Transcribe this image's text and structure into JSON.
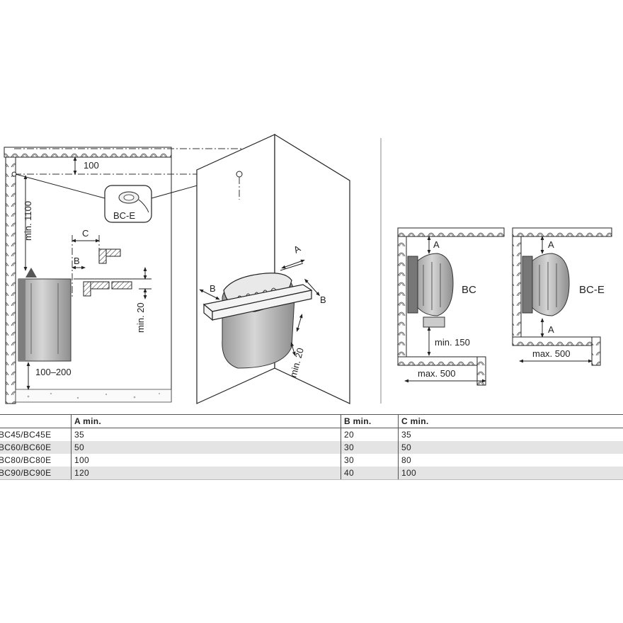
{
  "diagram": {
    "labels": {
      "side_top_clearance": "100",
      "side_height": "min. 1100",
      "side_c": "C",
      "side_b": "B",
      "side_min20": "min. 20",
      "side_floor": "100–200",
      "controller": "BC-E",
      "persp_a": "A",
      "persp_b_left": "B",
      "persp_b_right": "B",
      "persp_min20": "min. 20",
      "plan_bc": "BC",
      "plan_bc_a": "A",
      "plan_bc_min150": "min. 150",
      "plan_bc_max500": "max. 500",
      "plan_bce": "BC-E",
      "plan_bce_a_top": "A",
      "plan_bce_a_bottom": "A",
      "plan_bce_max500": "max. 500"
    }
  },
  "table": {
    "headers": [
      "",
      "A min.",
      "B min.",
      "C min."
    ],
    "rows": [
      {
        "model": "BC45/BC45E",
        "a": "35",
        "b": "20",
        "c": "35"
      },
      {
        "model": "BC60/BC60E",
        "a": "50",
        "b": "30",
        "c": "50"
      },
      {
        "model": "BC80/BC80E",
        "a": "100",
        "b": "30",
        "c": "80"
      },
      {
        "model": "BC90/BC90E",
        "a": "120",
        "b": "40",
        "c": "100"
      }
    ]
  }
}
